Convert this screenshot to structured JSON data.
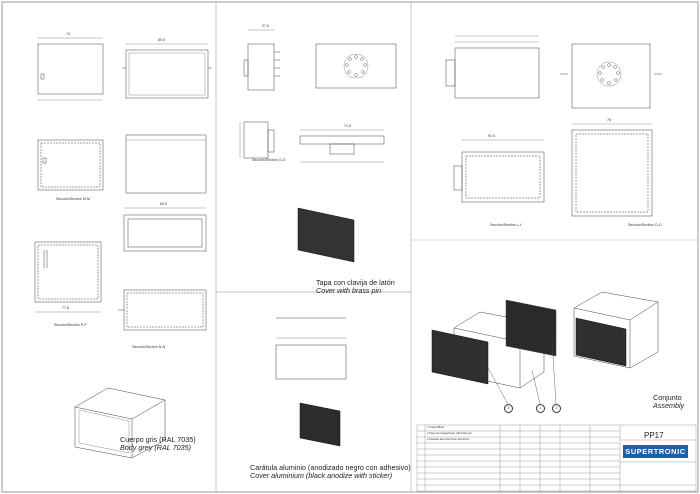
{
  "captions": {
    "body": {
      "es": "Cuerpo gris (RAL 7035)",
      "en": "Body grey (RAL 7035)"
    },
    "cover": {
      "es": "Tapa con clavija de latón",
      "en": "Cover with brass pin"
    },
    "label": {
      "es": "Carátula aluminio (anodizado negro con adhesivo)",
      "en": "Cover aluminium (black anodize with sticker)"
    },
    "assembly": {
      "es": "Conjunto",
      "en": "Assembly"
    }
  },
  "sections": {
    "mm": "Sección/Section M-M",
    "pp": "Sección/Section P-P",
    "nn": "Sección/Section N-N",
    "gg": "Sección/Section G-G",
    "ll": "Sección/Section L-L",
    "oo": "Sección/Section O-O"
  },
  "title_block": {
    "code": "PP17",
    "brand": "SUPERTRONIC",
    "parts": [
      {
        "no": "1",
        "desc": "Cuerpo/Body"
      },
      {
        "no": "2",
        "desc": "Tapa con clavija/Cover with brass pin"
      },
      {
        "no": "3",
        "desc": "Carátula aluminio/Cover aluminium"
      }
    ]
  },
  "balloons": [
    "3",
    "1",
    "2"
  ],
  "dims": {
    "d74": "74",
    "d80": "80.5",
    "d60": "60.5",
    "d77": "77.5",
    "d76": "76",
    "d71": "71.5",
    "d27": "27.6",
    "d91": "91.5"
  }
}
